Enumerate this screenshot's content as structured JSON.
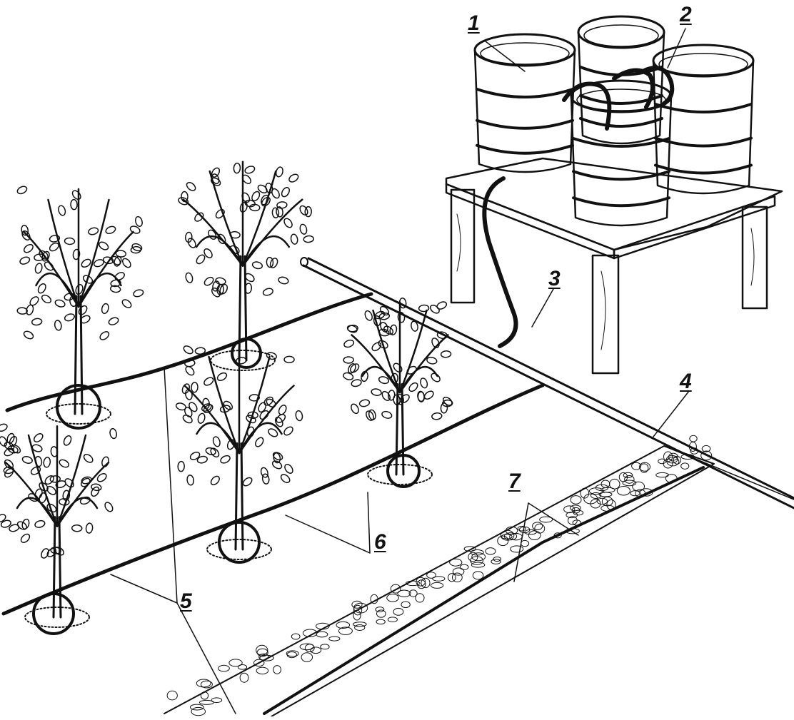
{
  "callouts": [
    {
      "id": "1",
      "text": "1"
    },
    {
      "id": "2",
      "text": "2"
    },
    {
      "id": "3",
      "text": "3"
    },
    {
      "id": "4",
      "text": "4"
    },
    {
      "id": "5",
      "text": "5"
    },
    {
      "id": "6",
      "text": "6"
    },
    {
      "id": "7",
      "text": "7"
    }
  ],
  "colors": {
    "ink": "#111111",
    "paper": "#ffffff"
  },
  "icons": [
    "barrel-icon",
    "tree-icon",
    "hose-icon",
    "pipe-icon",
    "table-icon"
  ]
}
